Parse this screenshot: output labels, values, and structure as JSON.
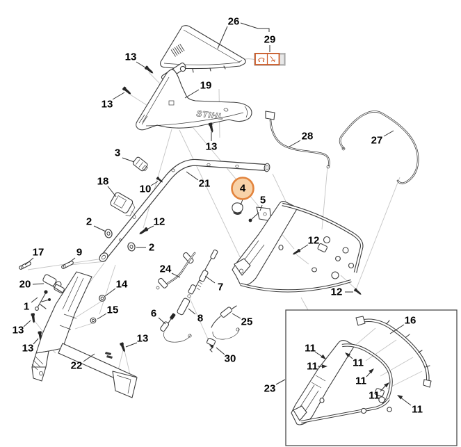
{
  "diagram": {
    "kind": "exploded-parts-diagram",
    "brand_logo_text": "STIHL",
    "colors": {
      "line": "#3b3b3b",
      "construction_line": "#c3c3c3",
      "background": "#ffffff",
      "highlight_ring": "#e2833c",
      "highlight_fill": "#f8d2a8",
      "decal_accent": "#cc5a26"
    },
    "highlighted_callout": "4",
    "inset_label": "23",
    "callouts": [
      {
        "text": "26"
      },
      {
        "text": "29"
      },
      {
        "text": "13"
      },
      {
        "text": "13"
      },
      {
        "text": "19"
      },
      {
        "text": "13"
      },
      {
        "text": "28"
      },
      {
        "text": "27"
      },
      {
        "text": "3"
      },
      {
        "text": "18"
      },
      {
        "text": "10"
      },
      {
        "text": "21"
      },
      {
        "text": "4"
      },
      {
        "text": "5"
      },
      {
        "text": "2"
      },
      {
        "text": "12"
      },
      {
        "text": "2"
      },
      {
        "text": "12"
      },
      {
        "text": "17"
      },
      {
        "text": "9"
      },
      {
        "text": "24"
      },
      {
        "text": "7"
      },
      {
        "text": "20"
      },
      {
        "text": "14"
      },
      {
        "text": "1"
      },
      {
        "text": "15"
      },
      {
        "text": "13"
      },
      {
        "text": "13"
      },
      {
        "text": "6"
      },
      {
        "text": "8"
      },
      {
        "text": "25"
      },
      {
        "text": "13"
      },
      {
        "text": "22"
      },
      {
        "text": "30"
      },
      {
        "text": "12"
      },
      {
        "text": "23"
      },
      {
        "text": "16"
      },
      {
        "text": "11"
      },
      {
        "text": "11"
      },
      {
        "text": "11"
      },
      {
        "text": "11"
      },
      {
        "text": "11"
      },
      {
        "text": "11"
      }
    ]
  }
}
